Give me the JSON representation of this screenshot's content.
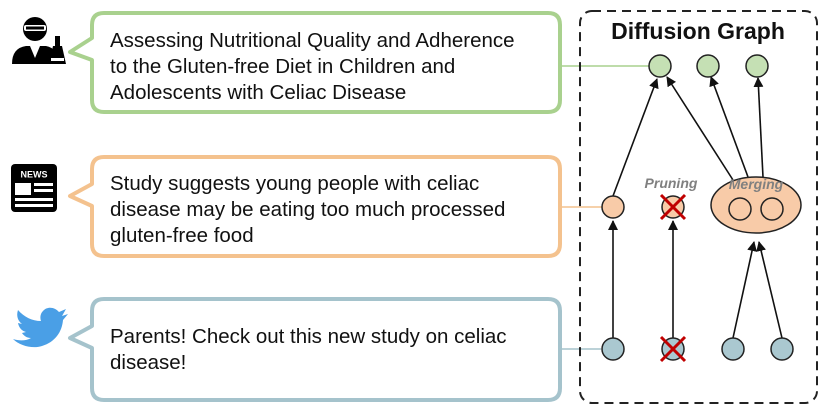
{
  "diagram": {
    "title": "Diffusion Graph",
    "sources": [
      {
        "icon": "scientist-icon",
        "lines": [
          "Assessing Nutritional Quality and Adherence",
          "to the Gluten-free Diet in Children and",
          "Adolescents with Celiac Disease"
        ]
      },
      {
        "icon": "newspaper-icon",
        "icon_text": "NEWS",
        "lines": [
          "Study suggests young people with celiac",
          "disease may be eating too much processed",
          "gluten-free food"
        ]
      },
      {
        "icon": "twitter-bird-icon",
        "lines": [
          "Parents! Check out this new study on celiac",
          "disease!"
        ]
      }
    ],
    "operations": {
      "pruning_label": "Pruning",
      "merging_label": "Merging"
    },
    "colors": {
      "paper": "#a9d18e",
      "paper_fill": "#c5e0b4",
      "news": "#f4c28e",
      "news_fill": "#f8cba8",
      "social": "#a5c3cc",
      "social_fill": "#aac8d0",
      "node_stroke": "#222222",
      "cross": "#c00000",
      "graph_border": "#222222"
    }
  }
}
